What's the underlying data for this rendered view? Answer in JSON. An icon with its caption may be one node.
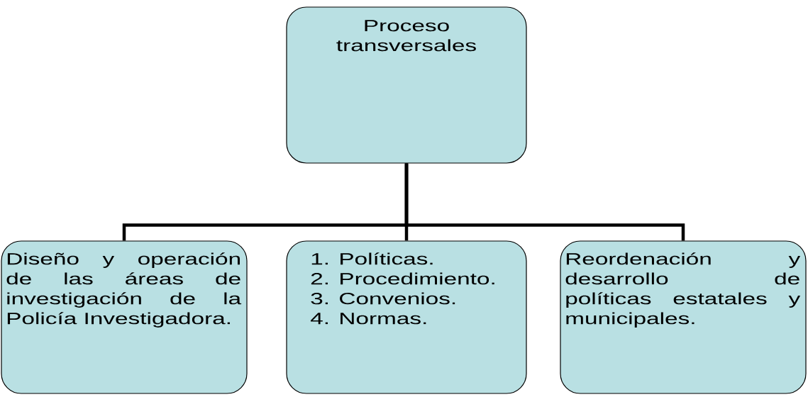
{
  "diagram": {
    "nodes": [
      {
        "text": [
          "Proceso transversales"
        ]
      },
      {
        "text": [
          "Diseño y operación de las áreas de investigación de la Policía Investigadora."
        ]
      },
      {
        "text": [
          "1. Políticas.",
          "2. Procedimiento.",
          "3. Convenios.",
          "4. Normas."
        ]
      },
      {
        "text": [
          "Reordenación y desarrollo de políticas estatales y municipales."
        ]
      }
    ],
    "edges": [
      {
        "from": 0,
        "to": 1,
        "arrow": "none"
      },
      {
        "from": 0,
        "to": 2,
        "arrow": "none"
      },
      {
        "from": 0,
        "to": 3,
        "arrow": "none"
      }
    ]
  }
}
